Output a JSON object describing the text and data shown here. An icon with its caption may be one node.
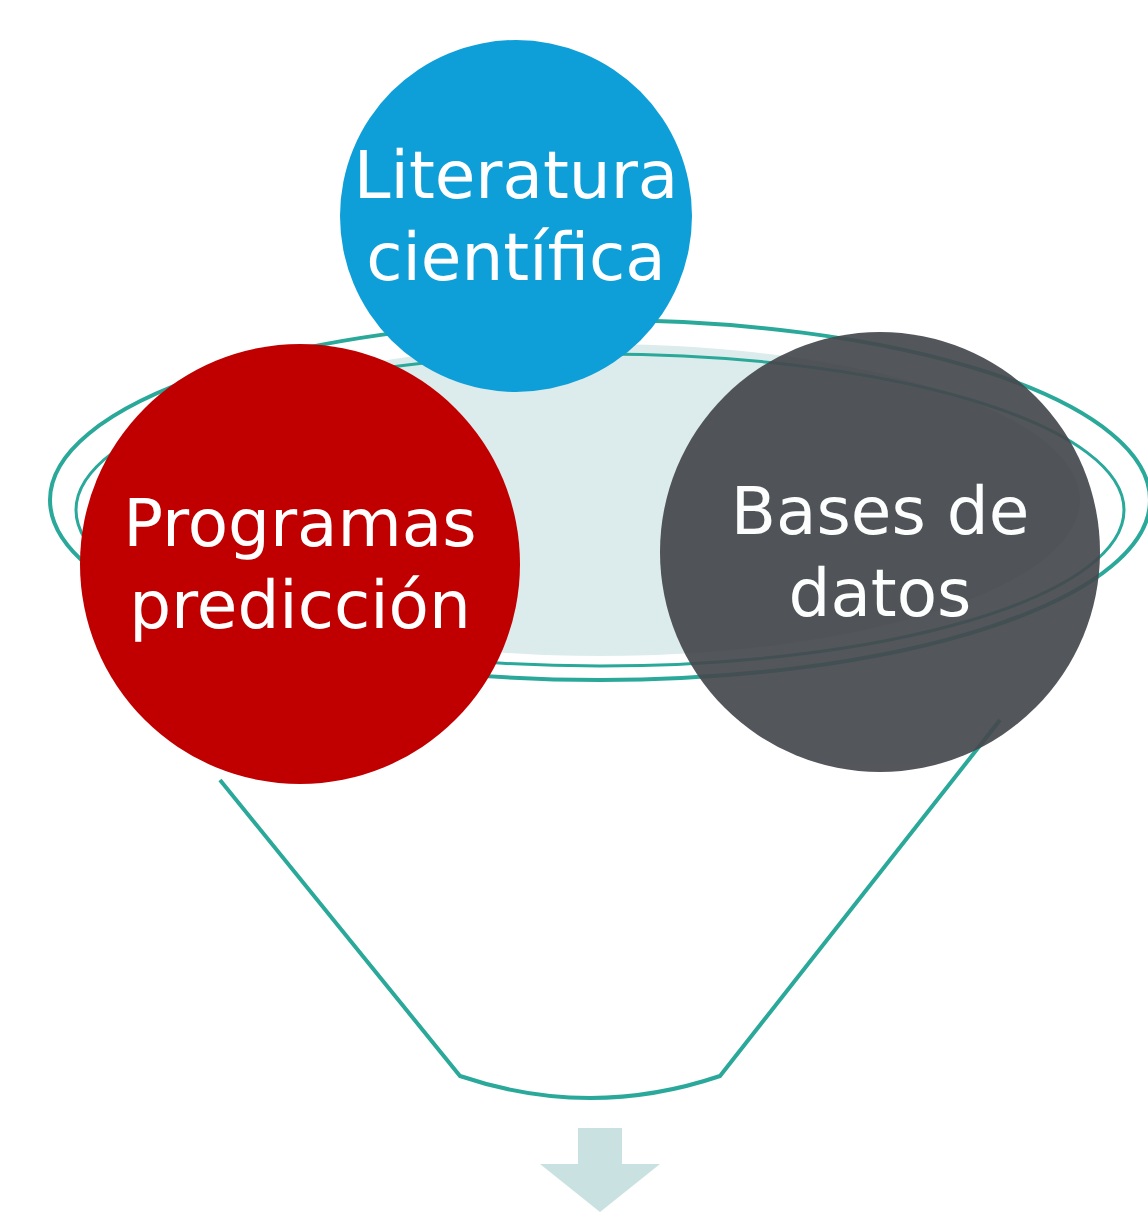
{
  "diagram": {
    "nodes": [
      {
        "text": [
          "Literatura científica"
        ]
      },
      {
        "text": [
          "Programas predicción"
        ]
      },
      {
        "text": [
          "Bases de datos"
        ]
      }
    ]
  }
}
